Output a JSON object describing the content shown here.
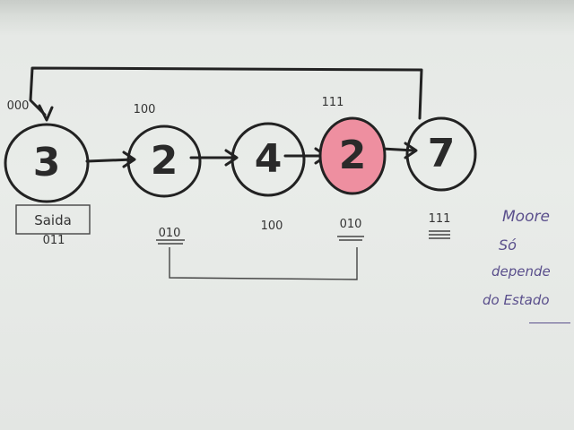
{
  "colors": {
    "highlight": "#ee8fa0",
    "ink": "#222222",
    "note_ink": "#5a4f8c"
  },
  "states": [
    {
      "label": "3",
      "top_code": "000",
      "bottom_label": "Saida",
      "bottom_code": "011",
      "highlighted": false
    },
    {
      "label": "2",
      "top_code": "100",
      "bottom_code": "010",
      "highlighted": false
    },
    {
      "label": "4",
      "top_code": "",
      "bottom_code": "100",
      "highlighted": false
    },
    {
      "label": "2",
      "top_code": "111",
      "bottom_code": "010",
      "highlighted": true
    },
    {
      "label": "7",
      "top_code": "",
      "bottom_code": "111",
      "highlighted": false
    }
  ],
  "note": {
    "lines": [
      "Moore",
      "Só",
      "depende",
      "do Estado"
    ]
  }
}
